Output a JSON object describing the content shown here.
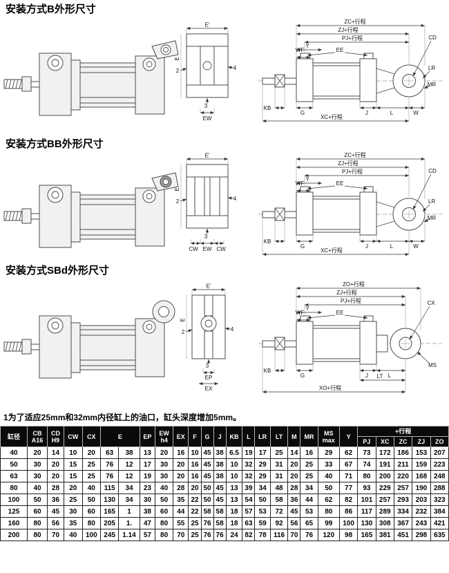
{
  "sections": [
    {
      "title": "安装方式B外形尺寸"
    },
    {
      "title": "安装方式BB外形尺寸"
    },
    {
      "title": "安装方式SBd外形尺寸"
    }
  ],
  "drawings": {
    "b": {
      "zc": "ZC+行程",
      "zj": "ZJ+行程",
      "pj": "PJ+行程",
      "y": "Y",
      "wf": "WF",
      "ee": "EE",
      "cd": "CD",
      "lr": "LR",
      "mr": "MR",
      "kb": "KB",
      "g": "G",
      "j": "J",
      "l": "L",
      "w": "W",
      "xc": "XC+行程",
      "e_top": "E'",
      "e_left": "E",
      "n2": "2",
      "n3": "3",
      "n4": "4",
      "ew": "EW"
    },
    "bb": {
      "zc": "ZC+行程",
      "zj": "ZJ+行程",
      "pj": "PJ+行程",
      "y": "Y",
      "wf": "WF",
      "ee": "EE",
      "cd": "CD",
      "lr": "LR",
      "mr": "MR",
      "kb": "KB",
      "g": "G",
      "j": "J",
      "l": "L",
      "w": "W",
      "xc": "XC+行程",
      "e_top": "E'",
      "e_left": "E",
      "n2": "2",
      "n3": "3",
      "n4": "4",
      "cw1": "CW",
      "ew": "EW",
      "cw2": "CW"
    },
    "sbd": {
      "zo": "ZO+行程",
      "zj": "ZJ+行程",
      "pj": "PJ+行程",
      "y": "Y",
      "wf": "WF",
      "ee": "EE",
      "cx": "CX",
      "ms": "MS",
      "kb": "KB",
      "g": "G",
      "j": "J",
      "l": "L",
      "lt": "LT",
      "xo": "XO+行程",
      "e_top": "E'",
      "e_left": "E",
      "n2": "2",
      "n3": "3",
      "n4": "4",
      "ep": "EP",
      "ex": "EX"
    }
  },
  "note": "1为了适应25mm和32mm内径缸上的油口，缸头深度增加5mm。",
  "table": {
    "e_col_index": 5,
    "col_headers": [
      "缸径",
      "CB\nA16",
      "CD\nH9",
      "CW",
      "CX",
      "E",
      "EP",
      "EW\nh4",
      "EX",
      "F",
      "G",
      "J",
      "KB",
      "L",
      "LR",
      "LT",
      "M",
      "MR",
      "MS\nmax",
      "Y"
    ],
    "group_header": "+行程",
    "group_cols": [
      "PJ",
      "XC",
      "ZC",
      "ZJ",
      "ZO"
    ],
    "rows": [
      [
        "40",
        "20",
        "14",
        "10",
        "20",
        "63",
        "38",
        "13",
        "20",
        "16",
        "10",
        "45",
        "38",
        "6.5",
        "19",
        "17",
        "25",
        "14",
        "16",
        "29",
        "62",
        "73",
        "172",
        "186",
        "153",
        "207"
      ],
      [
        "50",
        "30",
        "20",
        "15",
        "25",
        "76",
        "12",
        "17",
        "30",
        "20",
        "16",
        "45",
        "38",
        "10",
        "32",
        "29",
        "31",
        "20",
        "25",
        "33",
        "67",
        "74",
        "191",
        "211",
        "159",
        "223"
      ],
      [
        "63",
        "30",
        "20",
        "15",
        "25",
        "76",
        "12",
        "19",
        "30",
        "20",
        "16",
        "45",
        "38",
        "10",
        "32",
        "29",
        "31",
        "20",
        "25",
        "40",
        "71",
        "80",
        "200",
        "220",
        "168",
        "248"
      ],
      [
        "80",
        "40",
        "28",
        "20",
        "40",
        "115",
        "34",
        "23",
        "40",
        "28",
        "20",
        "50",
        "45",
        "13",
        "39",
        "34",
        "48",
        "28",
        "34",
        "50",
        "77",
        "93",
        "229",
        "257",
        "190",
        "288"
      ],
      [
        "100",
        "50",
        "36",
        "25",
        "50",
        "130",
        "34",
        "30",
        "50",
        "35",
        "22",
        "50",
        "45",
        "13",
        "54",
        "50",
        "58",
        "36",
        "44",
        "62",
        "82",
        "101",
        "257",
        "293",
        "203",
        "323"
      ],
      [
        "125",
        "60",
        "45",
        "30",
        "60",
        "165",
        "1",
        "38",
        "60",
        "44",
        "22",
        "58",
        "58",
        "18",
        "57",
        "53",
        "72",
        "45",
        "53",
        "80",
        "86",
        "117",
        "289",
        "334",
        "232",
        "384"
      ],
      [
        "160",
        "80",
        "56",
        "35",
        "80",
        "205",
        "1.",
        "47",
        "80",
        "55",
        "25",
        "76",
        "58",
        "18",
        "63",
        "59",
        "92",
        "56",
        "65",
        "99",
        "100",
        "130",
        "308",
        "367",
        "243",
        "421"
      ],
      [
        "200",
        "80",
        "70",
        "40",
        "100",
        "245",
        "1.14",
        "57",
        "80",
        "70",
        "25",
        "76",
        "76",
        "24",
        "82",
        "78",
        "116",
        "70",
        "76",
        "120",
        "98",
        "165",
        "381",
        "451",
        "298",
        "635"
      ]
    ]
  }
}
